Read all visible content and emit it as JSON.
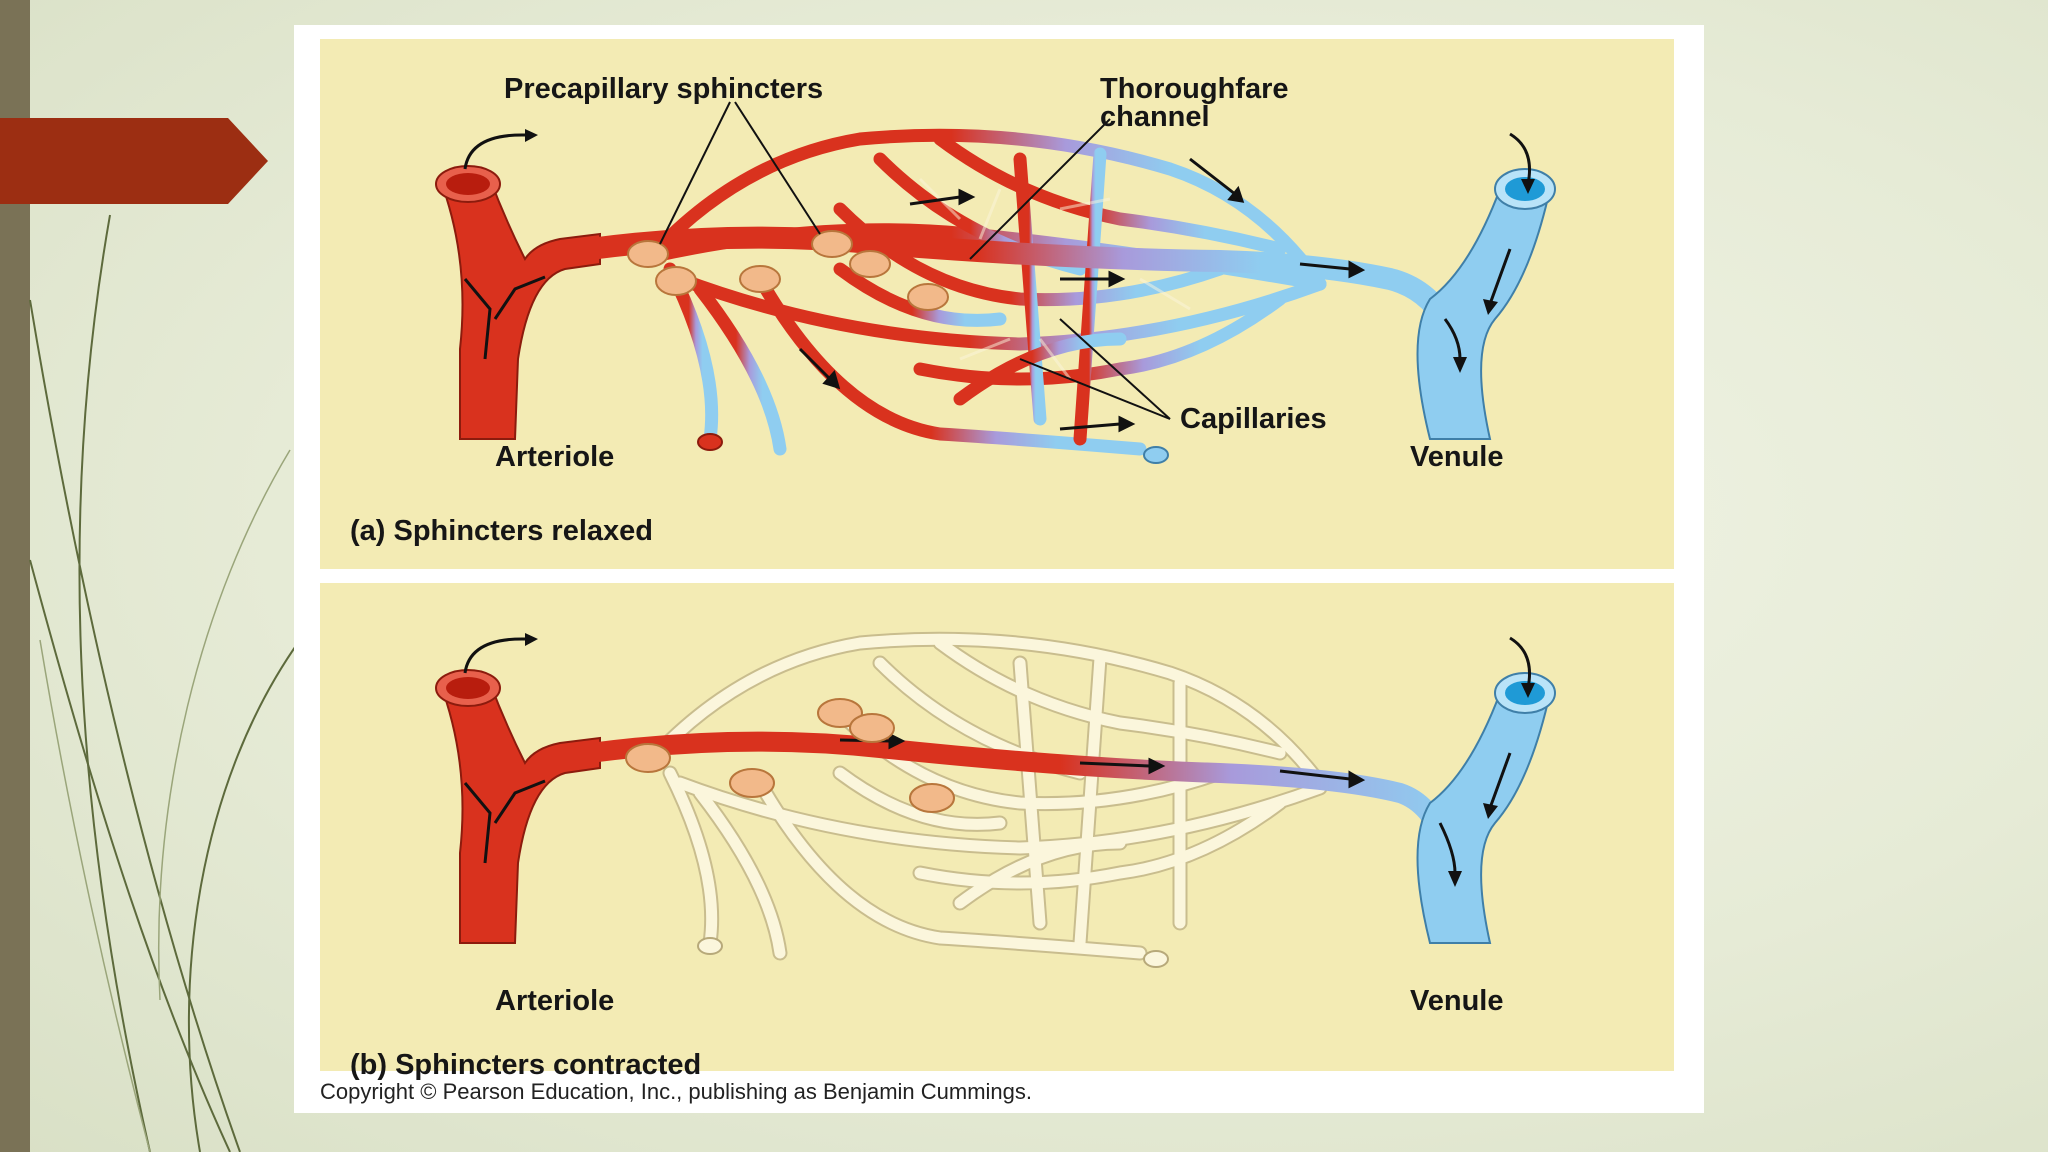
{
  "slide": {
    "colors": {
      "left_bar": "#7a7256",
      "red_tab": "#9c2e12",
      "background": "#e6ebd6"
    }
  },
  "figure": {
    "panel_a": {
      "label_precapillary": "Precapillary sphincters",
      "label_thoroughfare_line1": "Thoroughfare",
      "label_thoroughfare_line2": "channel",
      "label_capillaries": "Capillaries",
      "label_arteriole": "Arteriole",
      "label_venule": "Venule",
      "caption": "(a) Sphincters relaxed"
    },
    "panel_b": {
      "label_arteriole": "Arteriole",
      "label_venule": "Venule",
      "caption": "(b) Sphincters contracted"
    },
    "copyright": "Copyright © Pearson Education, Inc., publishing as Benjamin Cummings.",
    "colors": {
      "artery": "#d9321e",
      "vein": "#8fcdf0",
      "sphincter": "#f2b98a",
      "panel_bg": "#f3ebb4",
      "empty_capillary": "#fbf6dc"
    }
  }
}
